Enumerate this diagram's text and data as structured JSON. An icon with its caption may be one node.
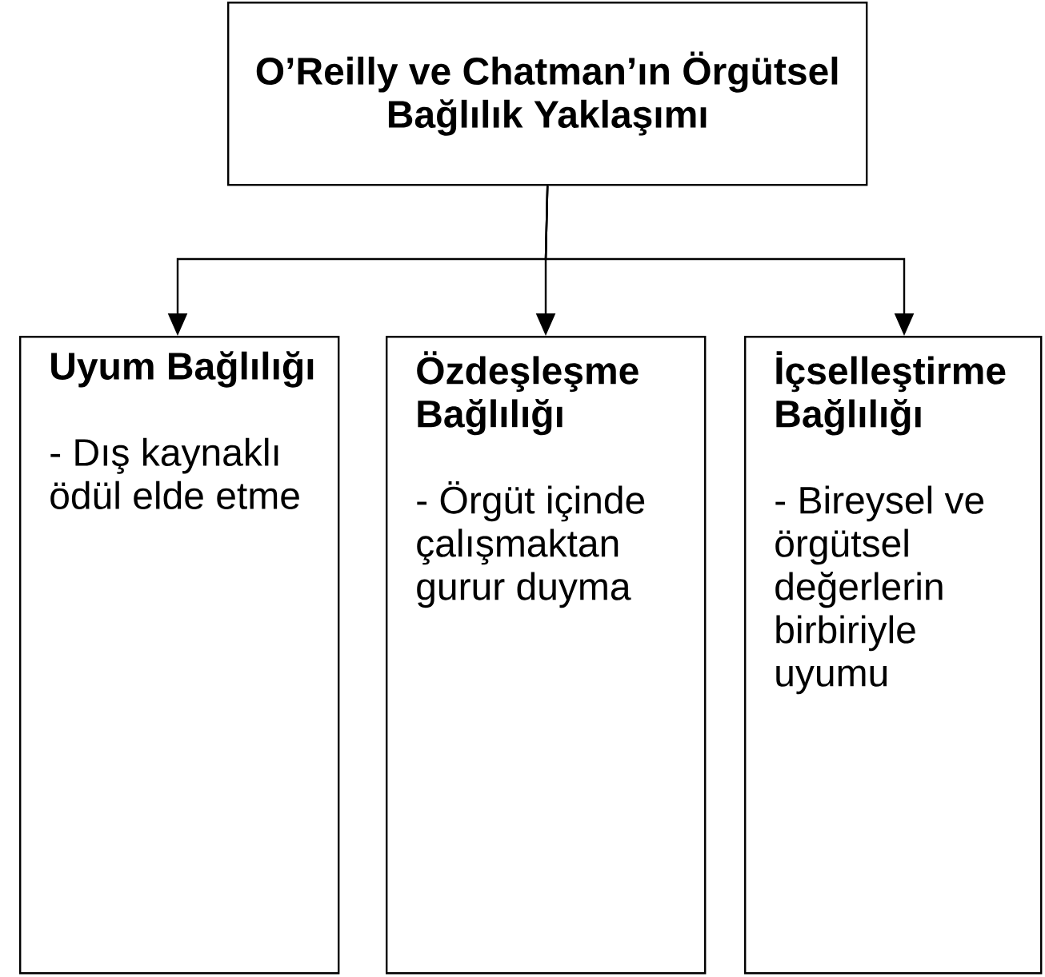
{
  "diagram": {
    "nodes": [
      {
        "text": [
          "O’Reilly ve Chatman’ın Örgütsel Bağlılık Yaklaşımı"
        ]
      },
      {
        "text": [
          "Uyum Bağlılığı",
          "- Dış kaynaklı ödül elde etme"
        ]
      },
      {
        "text": [
          "Özdeşleşme Bağlılığı",
          "- Örgüt içinde çalışmaktan gurur duyma"
        ]
      },
      {
        "text": [
          "İçselleştirme Bağlılığı",
          "- Bireysel ve örgütsel değerlerin birbiriyle uyumu"
        ]
      }
    ],
    "edges": [
      {
        "from": 0,
        "to": 1,
        "arrow": "to"
      },
      {
        "from": 0,
        "to": 2,
        "arrow": "to"
      },
      {
        "from": 0,
        "to": 3,
        "arrow": "to"
      }
    ]
  }
}
